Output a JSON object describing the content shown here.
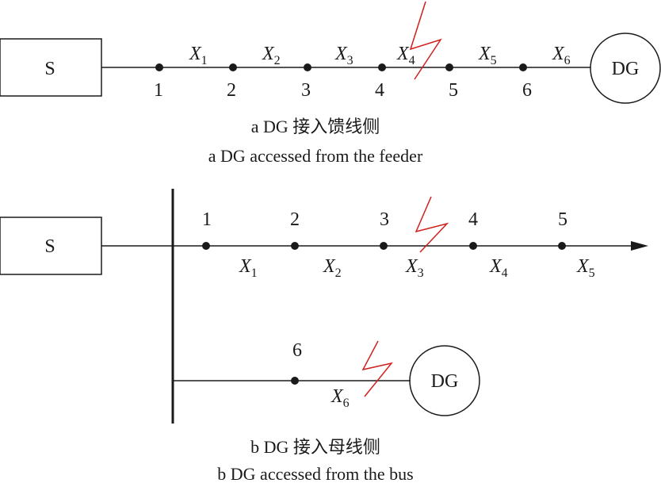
{
  "diagram_a": {
    "source_label": "S",
    "dg_label": "DG",
    "nodes": [
      "1",
      "2",
      "3",
      "4",
      "5",
      "6"
    ],
    "reactances": [
      {
        "base": "X",
        "sub": "1"
      },
      {
        "base": "X",
        "sub": "2"
      },
      {
        "base": "X",
        "sub": "3"
      },
      {
        "base": "X",
        "sub": "4"
      },
      {
        "base": "X",
        "sub": "5"
      },
      {
        "base": "X",
        "sub": "6"
      }
    ],
    "caption_cn": "a  DG 接入馈线侧",
    "caption_en": "a  DG accessed from the feeder"
  },
  "diagram_b": {
    "source_label": "S",
    "dg_label": "DG",
    "nodes": [
      "1",
      "2",
      "3",
      "4",
      "5",
      "6"
    ],
    "reactances": [
      {
        "base": "X",
        "sub": "1"
      },
      {
        "base": "X",
        "sub": "2"
      },
      {
        "base": "X",
        "sub": "3"
      },
      {
        "base": "X",
        "sub": "4"
      },
      {
        "base": "X",
        "sub": "5"
      },
      {
        "base": "X",
        "sub": "6"
      }
    ],
    "caption_cn": "b  DG 接入母线侧",
    "caption_en": "b  DG accessed from the bus"
  },
  "colors": {
    "line": "#1a1a1a",
    "fault": "#d0201c"
  }
}
